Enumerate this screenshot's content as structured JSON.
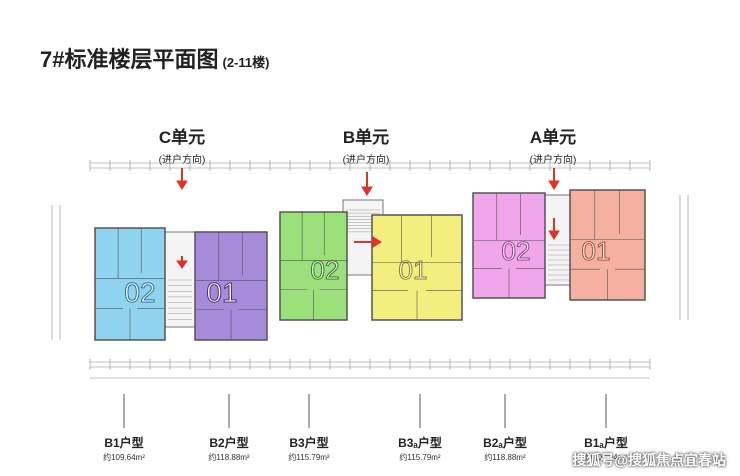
{
  "title": "7#标准楼层平面图",
  "subtitle": "(2-11楼)",
  "units": [
    {
      "name": "C单元",
      "dir": "(进户方向)"
    },
    {
      "name": "B单元",
      "dir": "(进户方向)"
    },
    {
      "name": "A单元",
      "dir": "(进户方向)"
    }
  ],
  "apartments": [
    {
      "no": "02",
      "color": "#8fd3ef",
      "dark": "#4aa9d6"
    },
    {
      "no": "01",
      "color": "#a58bd9",
      "dark": "#7a5cc0"
    },
    {
      "no": "02",
      "color": "#9be07a",
      "dark": "#5fb843"
    },
    {
      "no": "01",
      "color": "#f3ee7e",
      "dark": "#d6cd33"
    },
    {
      "no": "02",
      "color": "#f0a6ea",
      "dark": "#d66ed0"
    },
    {
      "no": "01",
      "color": "#f5b0a0",
      "dark": "#e07e68"
    }
  ],
  "types": [
    {
      "type": "B1户型",
      "area": "约109.64m²"
    },
    {
      "type": "B2户型",
      "area": "约118.88m²"
    },
    {
      "type": "B3户型",
      "area": "约115.79m²"
    },
    {
      "type": "B3ₐ户型",
      "area": "约115.79m²"
    },
    {
      "type": "B2ₐ户型",
      "area": "约118.88m²"
    },
    {
      "type": "B1ₐ户型",
      "area": "约109.64m²"
    }
  ],
  "watermark": "搜狐号@搜狐焦点宜春站",
  "colors": {
    "arrow": "#d9352b",
    "line": "#555555"
  }
}
